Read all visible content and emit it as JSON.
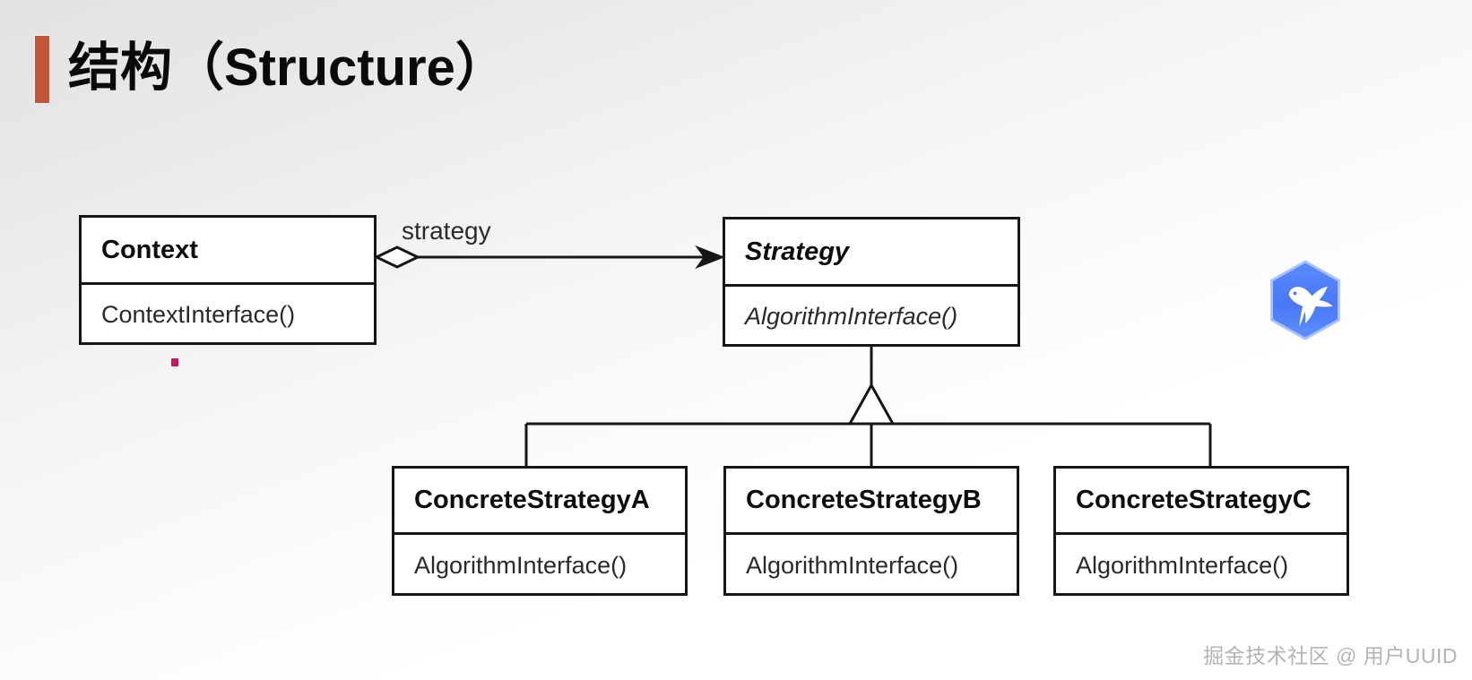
{
  "slide": {
    "title": "结构（Structure）",
    "accent_color": "#c1563c",
    "background": "#ffffff"
  },
  "diagram": {
    "type": "uml-class-diagram",
    "pattern": "Strategy",
    "classes": [
      {
        "id": "context",
        "name": "Context",
        "abstract": false,
        "operations": [
          "ContextInterface()"
        ]
      },
      {
        "id": "strategy",
        "name": "Strategy",
        "abstract": true,
        "operations": [
          "AlgorithmInterface()"
        ]
      },
      {
        "id": "concrete-a",
        "name": "ConcreteStrategyA",
        "abstract": false,
        "operations": [
          "AlgorithmInterface()"
        ]
      },
      {
        "id": "concrete-b",
        "name": "ConcreteStrategyB",
        "abstract": false,
        "operations": [
          "AlgorithmInterface()"
        ]
      },
      {
        "id": "concrete-c",
        "name": "ConcreteStrategyC",
        "abstract": false,
        "operations": [
          "AlgorithmInterface()"
        ]
      }
    ],
    "relationships": [
      {
        "kind": "aggregation-association",
        "from": "context",
        "to": "strategy",
        "role_label": "strategy",
        "source_decoration": "hollow-diamond",
        "target_decoration": "filled-arrow"
      },
      {
        "kind": "generalization",
        "from": "concrete-a",
        "to": "strategy",
        "target_decoration": "hollow-triangle"
      },
      {
        "kind": "generalization",
        "from": "concrete-b",
        "to": "strategy",
        "target_decoration": "hollow-triangle"
      },
      {
        "kind": "generalization",
        "from": "concrete-c",
        "to": "strategy",
        "target_decoration": "hollow-triangle"
      }
    ],
    "line_color": "#161616",
    "fill_color": "#ffffff"
  },
  "logo": {
    "name": "juejin-bird-logo",
    "shape": "hexagon",
    "background_color": "#4a7dfb",
    "mark_color": "#ffffff"
  },
  "watermark": {
    "text": "掘金技术社区 @ 用户UUID",
    "color": "#b4b4b4"
  }
}
